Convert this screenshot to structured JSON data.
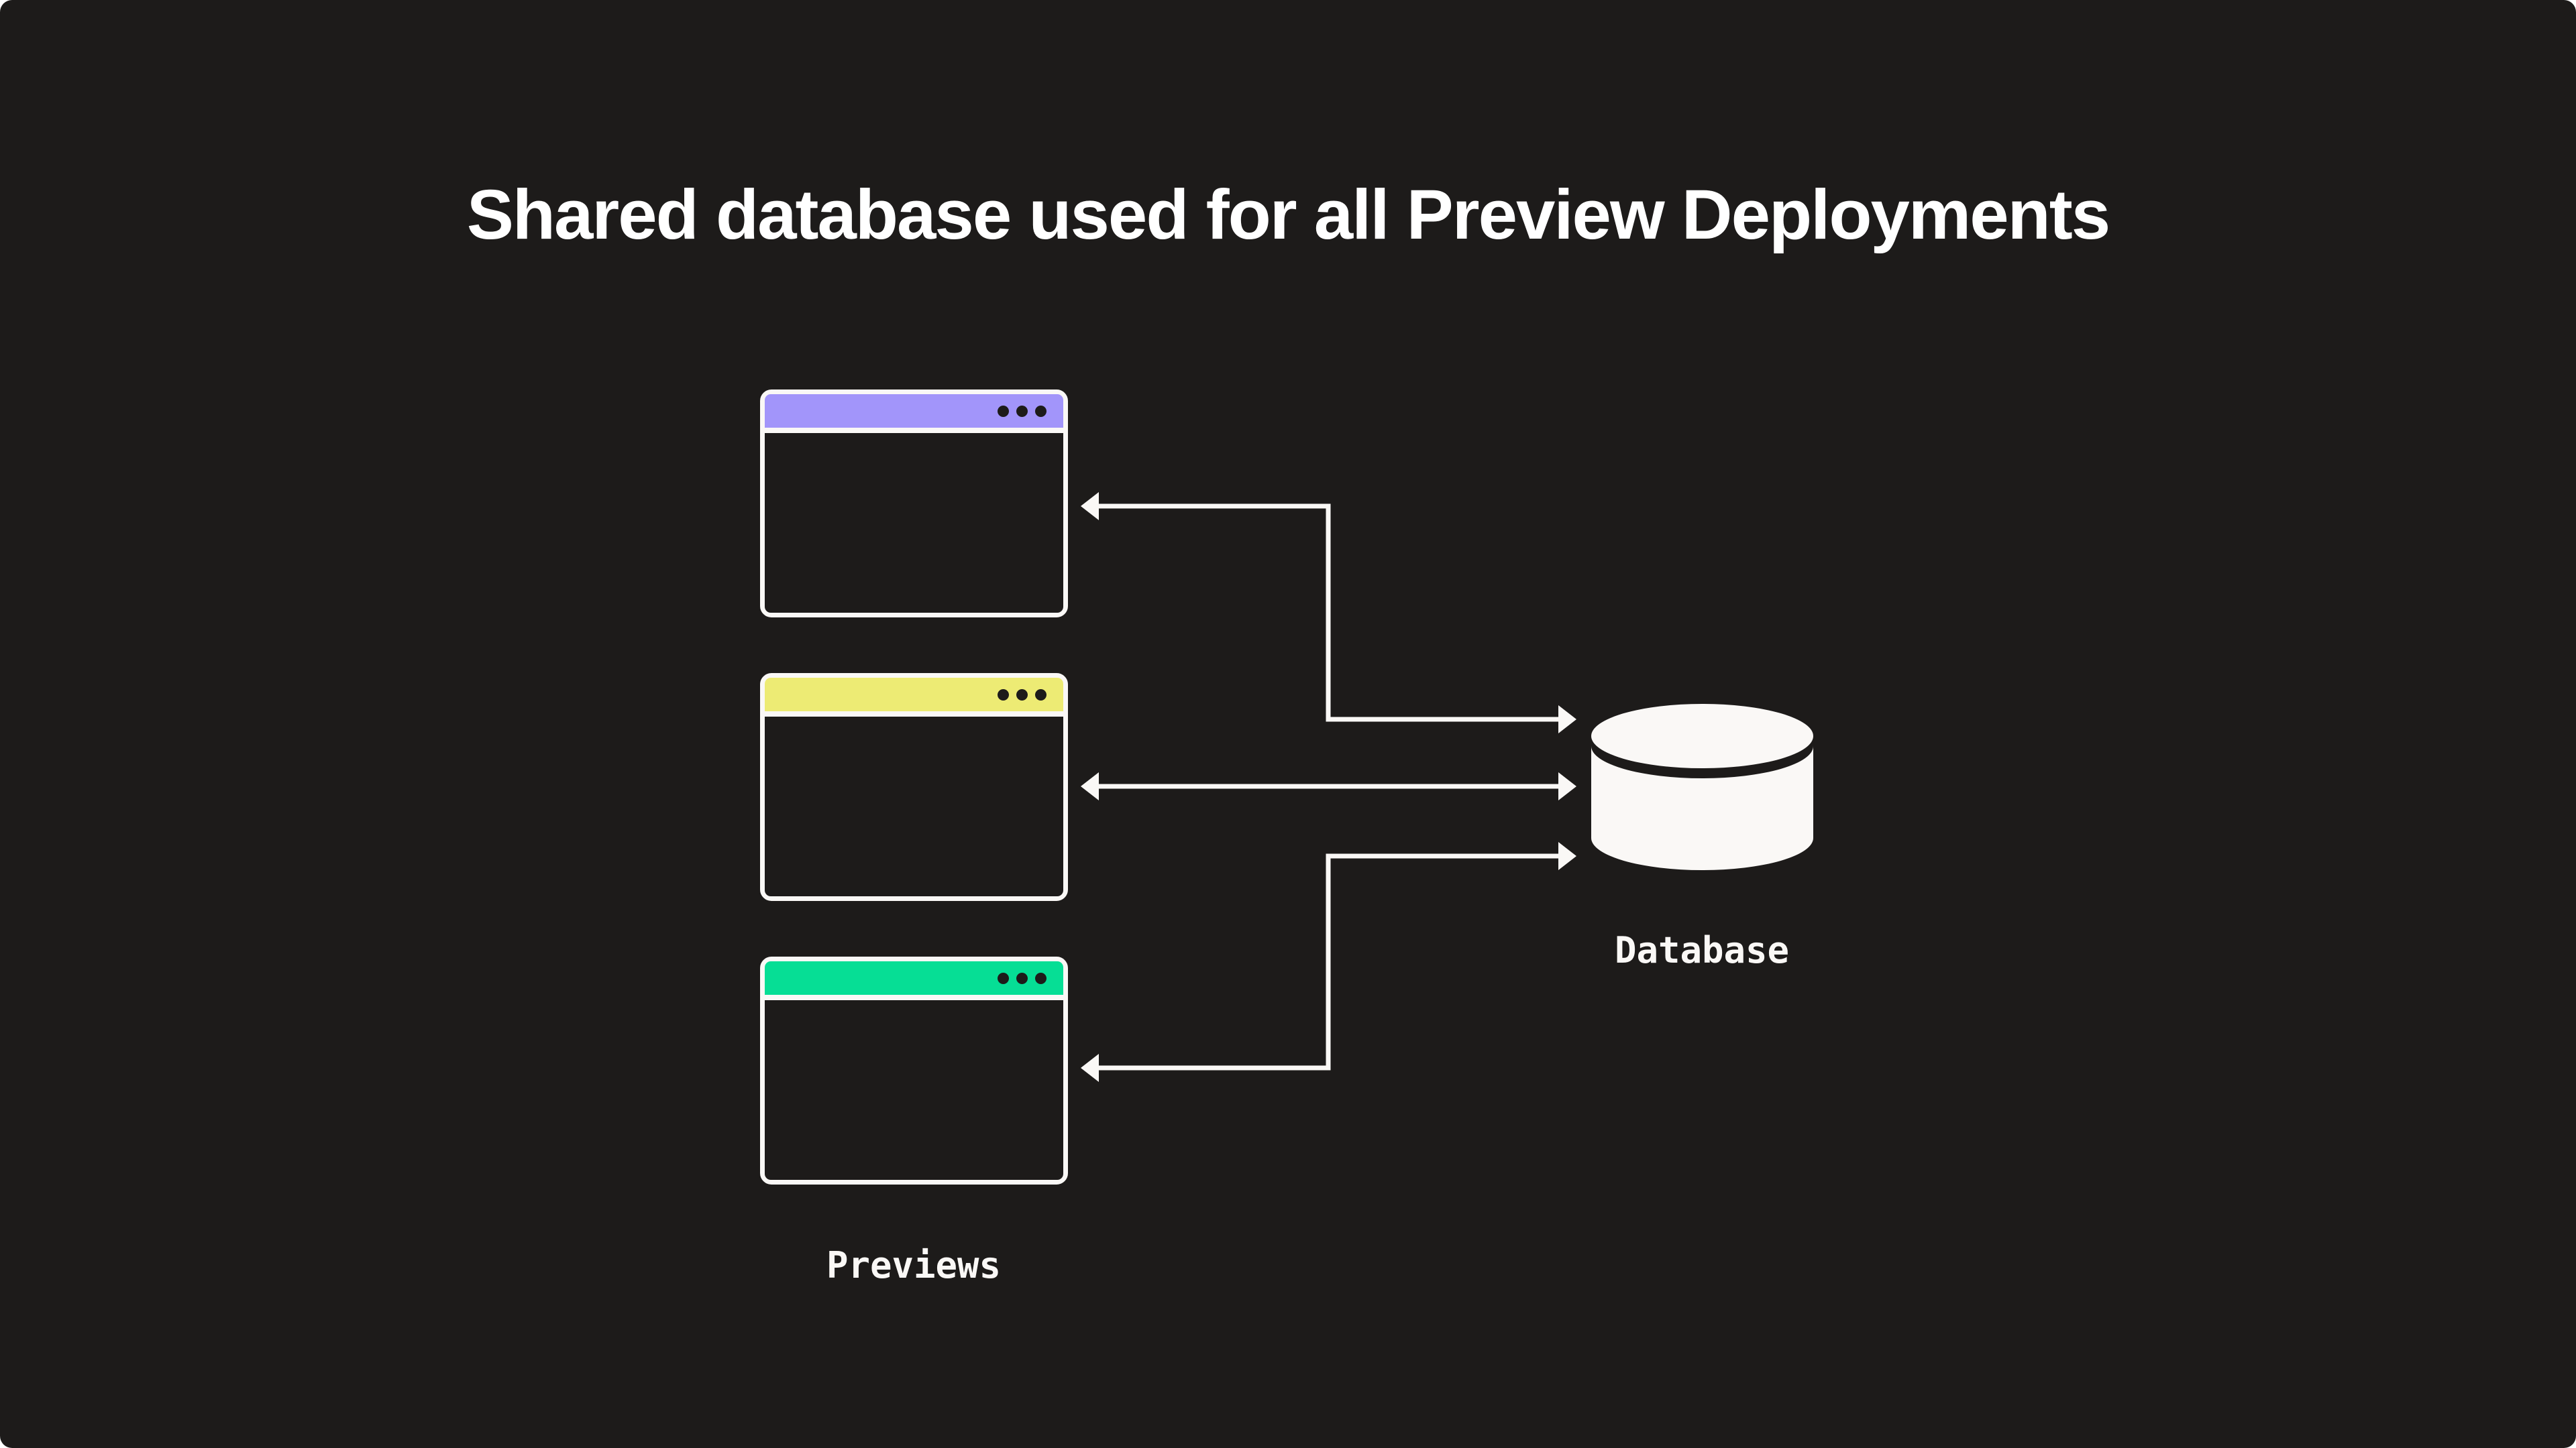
{
  "title": "Shared database used for all Preview Deployments",
  "colors": {
    "background": "#1d1b1a",
    "foreground": "#faf8f6",
    "title_text": "#ffffff",
    "dot": "#1d1b1a"
  },
  "previews": {
    "label": "Previews",
    "windows": [
      {
        "name": "preview-window-1",
        "titlebar_color": "#a295fa"
      },
      {
        "name": "preview-window-2",
        "titlebar_color": "#edeb74"
      },
      {
        "name": "preview-window-3",
        "titlebar_color": "#06de95"
      }
    ]
  },
  "database": {
    "label": "Database"
  }
}
